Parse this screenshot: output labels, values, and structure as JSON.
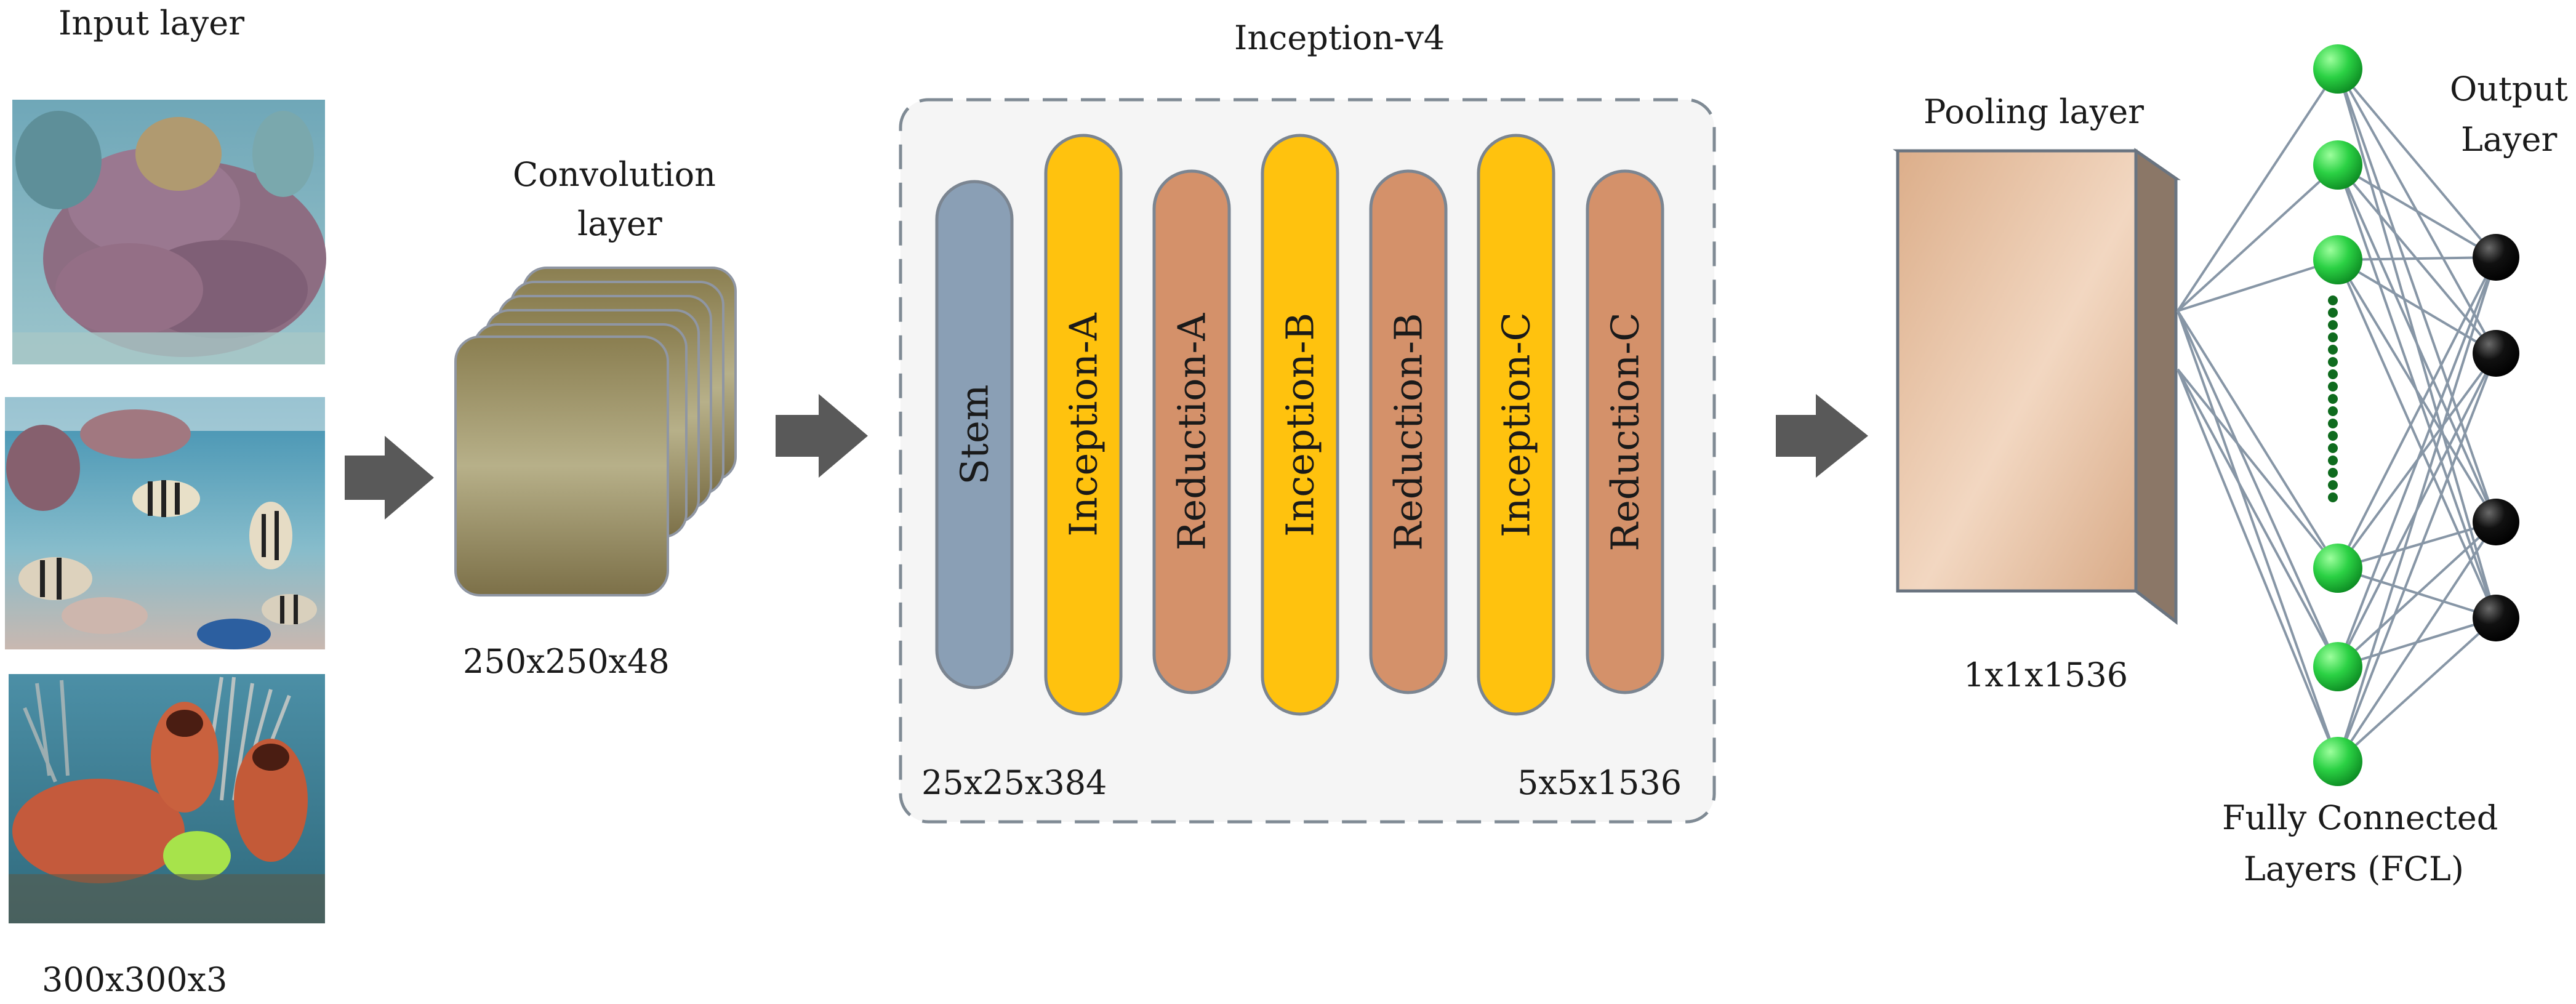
{
  "input": {
    "title": "Input layer",
    "size": "300x300x3",
    "images": [
      {
        "icon": "coral-reef-photo"
      },
      {
        "icon": "tropical-fish-photo"
      },
      {
        "icon": "sea-sponge-photo"
      }
    ]
  },
  "convolution": {
    "title_line1": "Convolution",
    "title_line2": "layer",
    "size": "250x250x48"
  },
  "inception": {
    "title": "Inception-v4",
    "blocks": [
      {
        "label": "Stem",
        "color": "#8a9fb5"
      },
      {
        "label": "Inception-A",
        "color": "#ffc20e"
      },
      {
        "label": "Reduction-A",
        "color": "#d4916a"
      },
      {
        "label": "Inception-B",
        "color": "#ffc20e"
      },
      {
        "label": "Reduction-B",
        "color": "#d4916a"
      },
      {
        "label": "Inception-C",
        "color": "#ffc20e"
      },
      {
        "label": "Reduction-C",
        "color": "#d4916a"
      }
    ],
    "size_left": "25x25x384",
    "size_right": "5x5x1536"
  },
  "pooling": {
    "title": "Pooling layer",
    "size": "1x1x1536"
  },
  "fcl": {
    "title_line1": "Fully Connected",
    "title_line2": "Layers (FCL)"
  },
  "output": {
    "title_line1": "Output",
    "title_line2": "Layer"
  },
  "colors": {
    "arrow": "#595959",
    "conv_fill": "#857a4e",
    "pool_front": "#e8c2a2",
    "pool_side": "#8b7767",
    "green_node": "#22c43a",
    "output_node": "#000000",
    "edge": "#8796a6",
    "panel": "#f5f5f5"
  }
}
